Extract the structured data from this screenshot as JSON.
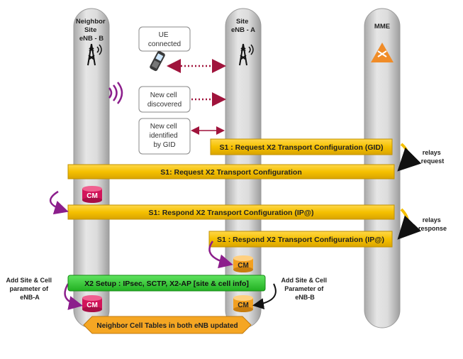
{
  "nodes": {
    "enb_b": [
      "Neighbor",
      "Site",
      "eNB - B"
    ],
    "enb_a": [
      "Site",
      "eNB - A"
    ],
    "mme": "MME"
  },
  "events": {
    "ue_connected": [
      "UE",
      "connected"
    ],
    "new_cell": [
      "New cell",
      "discovered"
    ],
    "identified": [
      "New cell",
      "identified",
      "by GID"
    ]
  },
  "messages": {
    "req_gid": "S1 : Request X2 Transport Configuration (GID)",
    "req": "S1: Request X2 Transport Configuration",
    "resp": "S1: Respond X2 Transport Configuration (IP@)",
    "resp_a": "S1 : Respond X2 Transport Configuration (IP@)",
    "x2_setup": "X2 Setup :  IPsec, SCTP, X2-AP [site & cell info]",
    "banner": "Neighbor Cell Tables in both eNB updated"
  },
  "notes": {
    "relays_request": [
      "relays",
      "request"
    ],
    "relays_response": [
      "relays",
      "response"
    ],
    "add_left": [
      "Add Site & Cell",
      "parameter of",
      "eNB-A"
    ],
    "add_right": [
      "Add Site & Cell",
      "Parameter of",
      "eNB-B"
    ]
  },
  "cm_label": "CM",
  "colors": {
    "lifeline": "#c8c8c8",
    "message_bar": "#f5c000",
    "x2_bar": "#2ec82e",
    "cm_magenta": "#d2145a",
    "cm_orange": "#f2a020",
    "arrow_purple": "#8c1e8c",
    "arrow_dotted": "#a0143c",
    "mme_icon": "#f08c28"
  }
}
